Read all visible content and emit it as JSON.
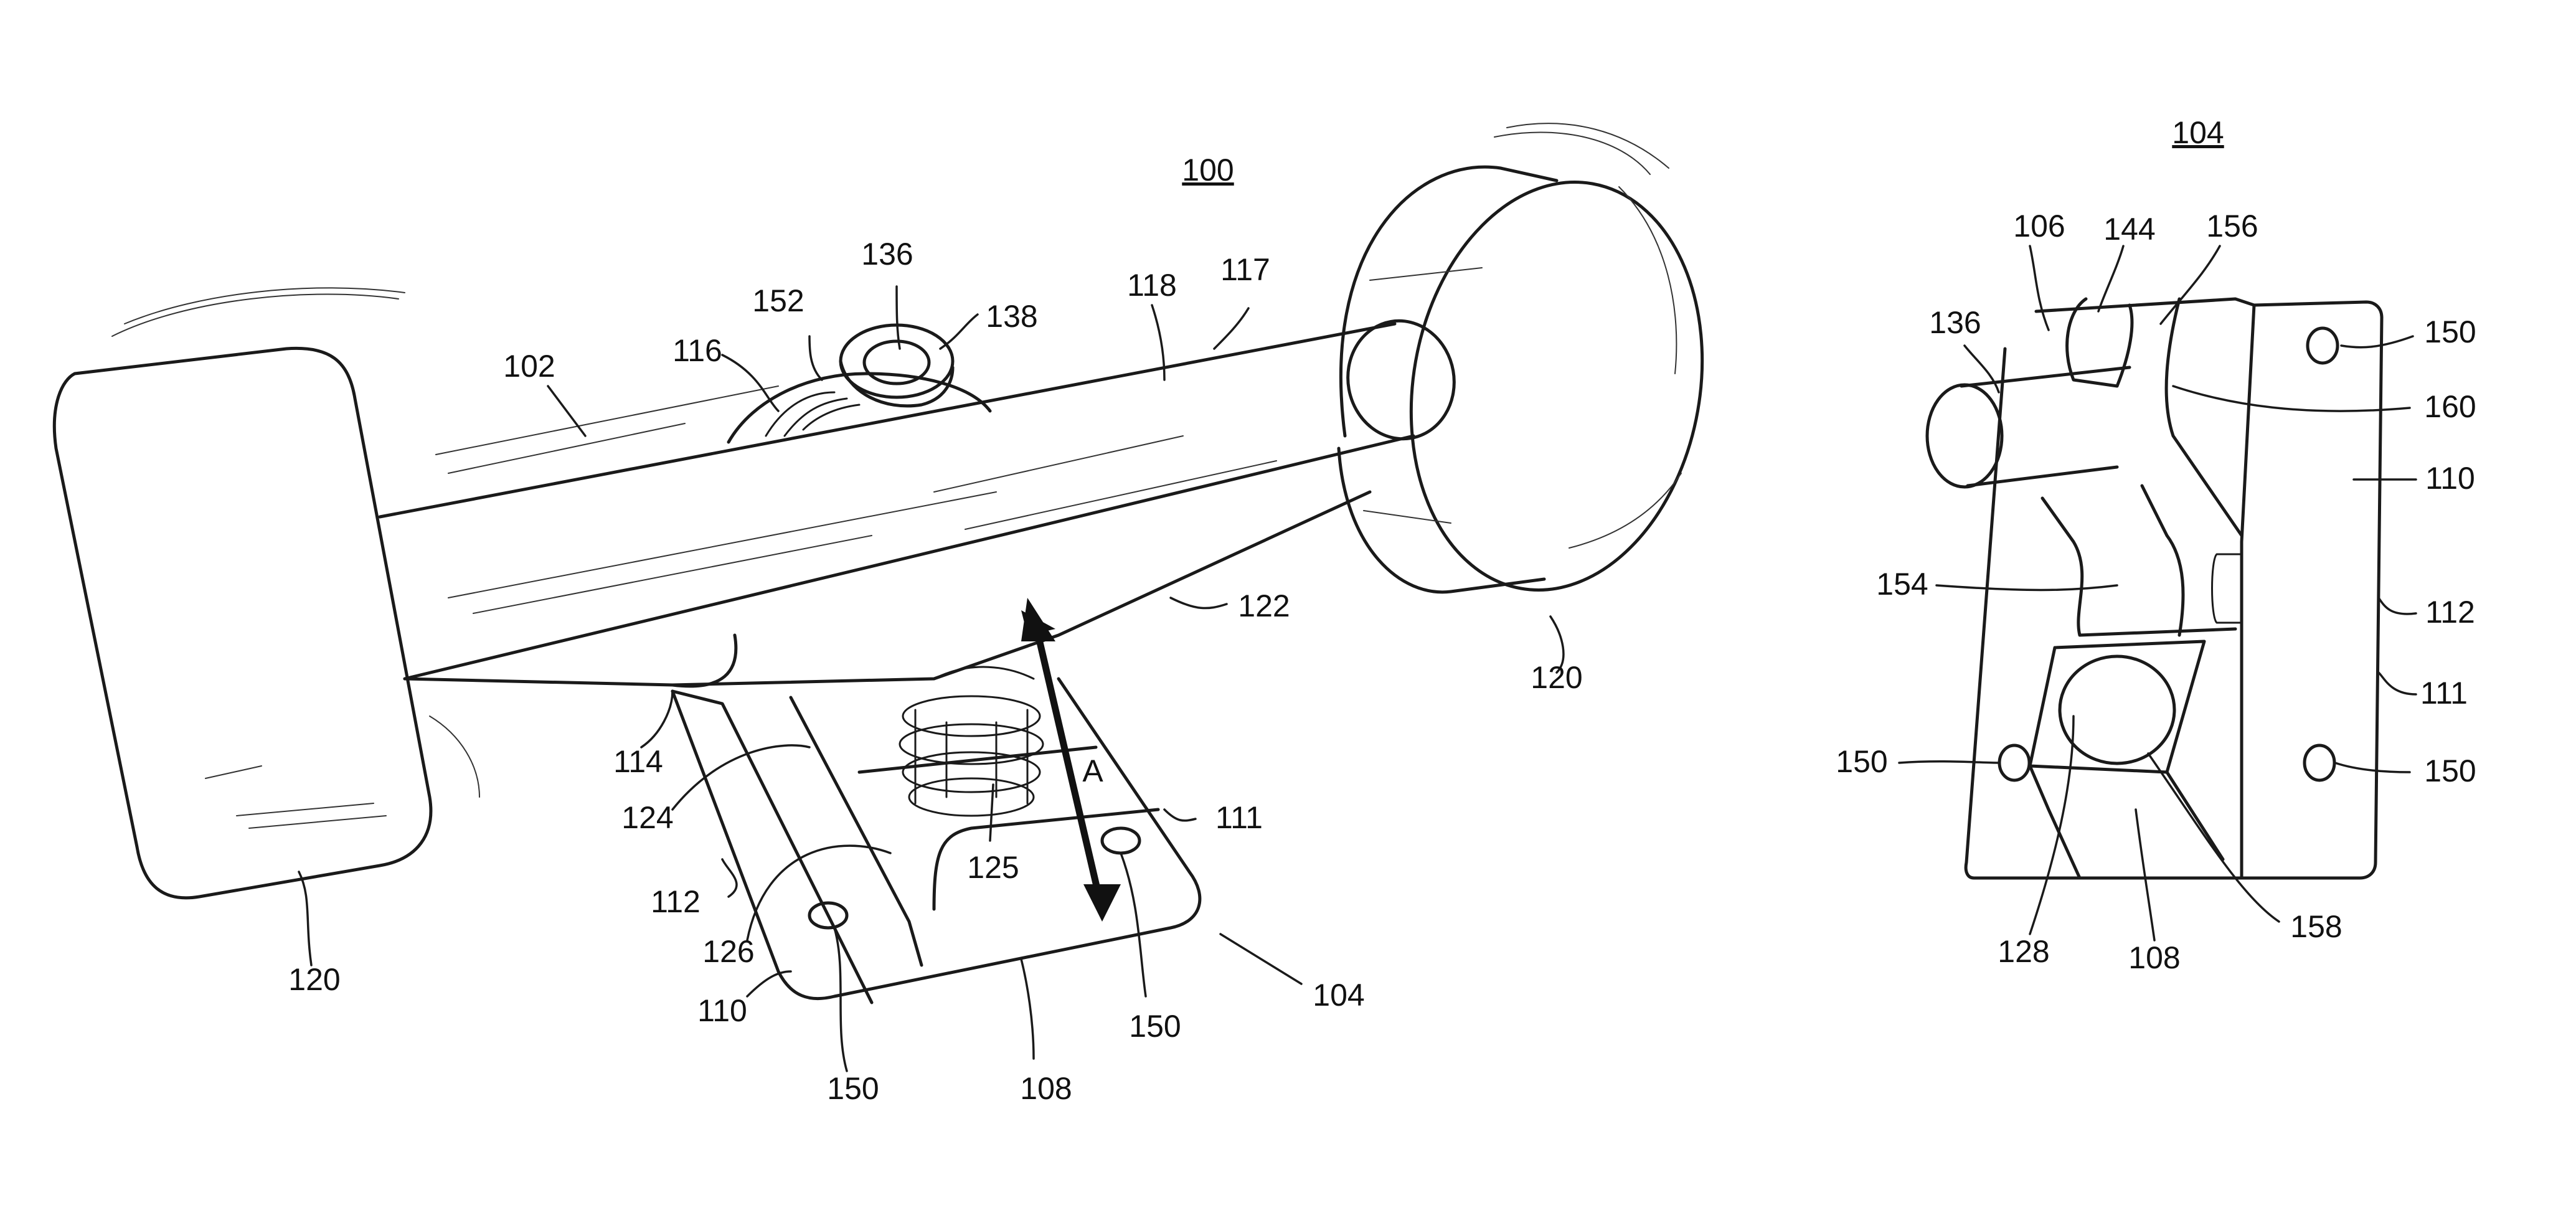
{
  "figure": {
    "titles": {
      "main_assembly": "100",
      "baseplate_view": "104"
    },
    "labels": {
      "axle_assembly": "102",
      "pivot_cup": "116",
      "bushing_seat": "152",
      "pivot_pin": "136",
      "pivot_ring": "138",
      "hanger": "118",
      "axle": "117",
      "hanger_arm": "122",
      "wheel_right": "120",
      "wheel_left": "120",
      "hanger_base": "114",
      "kingpin_nut": "124",
      "spring": "125",
      "bushing": "126",
      "base_edge": "112",
      "base_side": "110",
      "mount_hole_left": "150",
      "base_front": "108",
      "mount_hole_right": "150",
      "base_top": "111",
      "baseplate": "104",
      "axis_label": "A",
      "r_top_wall": "106",
      "r_slot": "144",
      "r_rib": "156",
      "r_pin": "136",
      "r_hole_top": "150",
      "r_pin_body": "160",
      "r_side": "110",
      "r_channel": "154",
      "r_edge": "112",
      "r_face": "111",
      "r_hole_left": "150",
      "r_hole_right": "150",
      "r_socket": "128",
      "r_front": "108",
      "r_cup": "158"
    }
  }
}
